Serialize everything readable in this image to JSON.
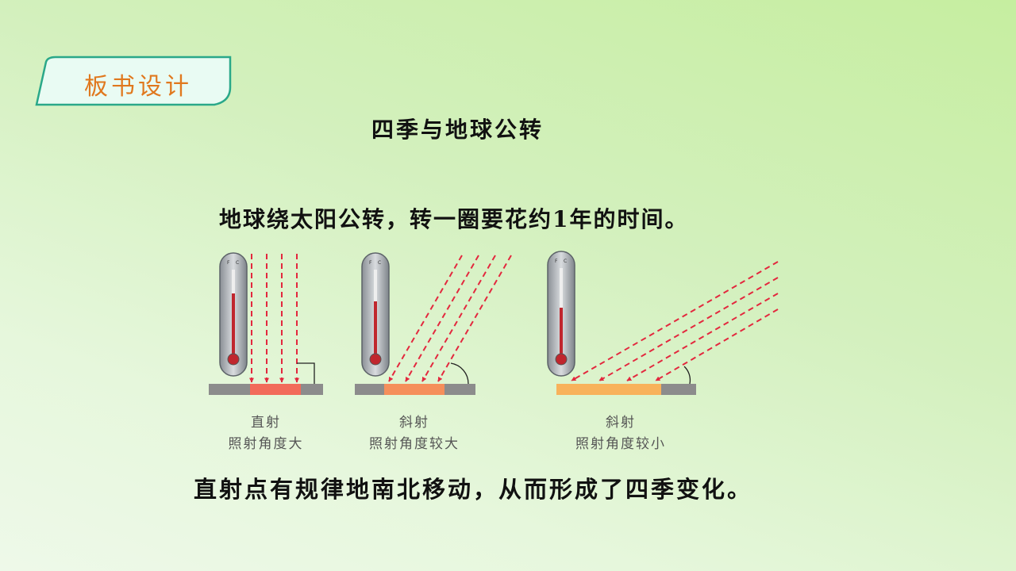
{
  "header": {
    "tag": "板书设计"
  },
  "title": "四季与地球公转",
  "statement1": "地球绕太阳公转，转一圈要花约1年的时间。",
  "statement2": "直射点有规律地南北移动，从而形成了四季变化。",
  "panels": [
    {
      "line1": "直射",
      "line2": "照射角度大",
      "heated_color": "#f26b5a"
    },
    {
      "line1": "斜射",
      "line2": "照射角度较大",
      "heated_color": "#f58f5b"
    },
    {
      "line1": "斜射",
      "line2": "照射角度较小",
      "heated_color": "#f8b25b"
    }
  ],
  "thermometer": {
    "scale_left": "F",
    "scale_right": "C"
  },
  "colors": {
    "ray": "#e3283e",
    "ground": "#8c8c8c",
    "tag_text": "#e0781e",
    "tag_border": "#2aa889"
  }
}
